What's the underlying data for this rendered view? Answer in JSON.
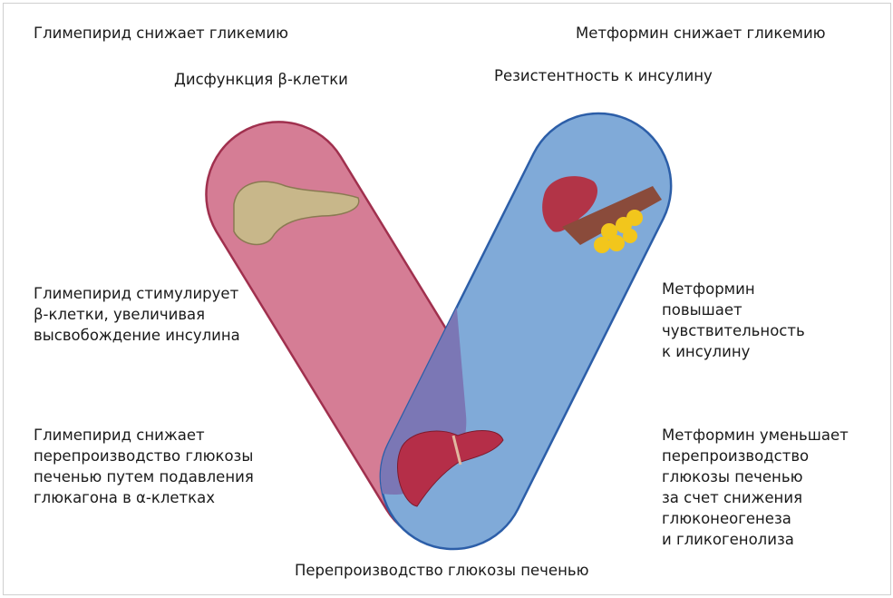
{
  "left_heading": "Глимепирид снижает гликемию",
  "right_heading": "Метформин снижает гликемию",
  "left_top_label": "Дисфункция β-клетки",
  "right_top_label": "Резистентность к инсулину",
  "left_mid_text": [
    "Глимепирид стимулирует",
    "β-клетки, увеличивая",
    "высвобождение инсулина"
  ],
  "left_low_text": [
    "Глимепирид снижает",
    "перепроизводство глюкозы",
    "печенью путем подавления",
    "глюкагона в α-клетках"
  ],
  "right_mid_text": [
    "Метформин",
    "повышает",
    "чувствительность",
    "к инсулину"
  ],
  "right_low_text": [
    "Метформин уменьшает",
    "перепроизводство",
    "глюкозы печенью",
    "за счет снижения",
    "глюконеогенеза",
    "и гликогенолиза"
  ],
  "bottom_label": "Перепроизводство глюкозы печенью",
  "colors": {
    "pink": "#d57d95",
    "blue": "#80aad8",
    "overlap": "#7b77b5",
    "pink_stroke": "#a0304e",
    "blue_stroke": "#2c5ea8"
  }
}
